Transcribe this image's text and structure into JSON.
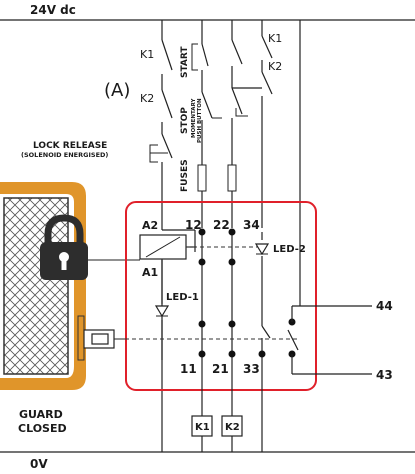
{
  "supply": {
    "top_rail": "24V dc",
    "bottom_rail": "0V"
  },
  "contacts": {
    "k1_left": "K1",
    "k2_left": "K2",
    "k1_right": "K1",
    "k2_right": "K2",
    "start": "START",
    "stop": "STOP",
    "momentary_line1": "MOMENTARY",
    "momentary_line2": "PUSH BUTTON",
    "annotation": "(A)",
    "lock_release_line1": "LOCK RELEASE",
    "lock_release_line2": "(SOLENOID ENERGISED)",
    "fuses": "FUSES"
  },
  "relay": {
    "a2": "A2",
    "a1": "A1",
    "terminals_top": [
      "12",
      "22",
      "34"
    ],
    "terminals_bottom": [
      "11",
      "21",
      "33"
    ],
    "led1": "LED-1",
    "led2": "LED-2",
    "out_44": "44",
    "out_43": "43",
    "frame_color": "#e0202a"
  },
  "guard": {
    "label_line1": "GUARD",
    "label_line2": "CLOSED",
    "frame_color": "#e0952a",
    "lock_icon": "padlock-icon"
  },
  "coils": {
    "k1": "K1",
    "k2": "K2"
  }
}
